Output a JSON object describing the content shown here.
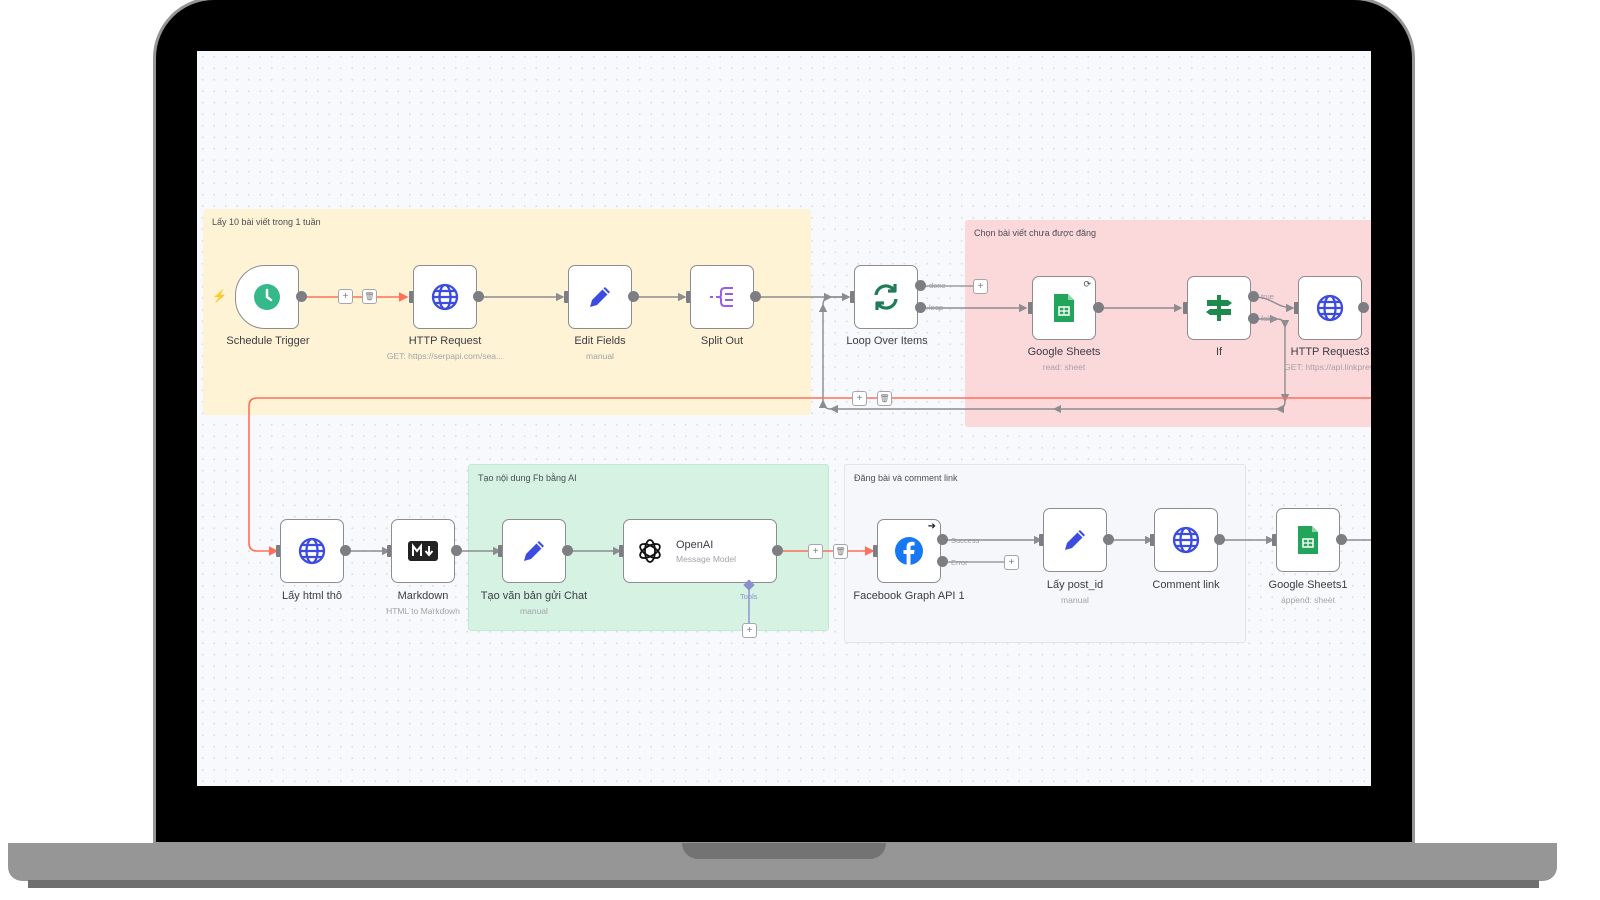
{
  "colors": {
    "sticky_yellow": "#fff3d6",
    "sticky_red": "#fbd8da",
    "sticky_green": "#d5f2e2",
    "sticky_gray": "#f6f7fa",
    "edge_gray": "#8c8c91",
    "edge_active": "#ff6f5c",
    "http_blue": "#3d4ce0",
    "trigger_green": "#35b88a",
    "sheets_green": "#22a55b",
    "split_purple": "#9a5ce8",
    "loop_green": "#1e7d58",
    "fb_blue": "#1877f2",
    "tools_purple": "#8b8fd0"
  },
  "stickies": [
    {
      "id": "s1",
      "title": "Lấy 10 bài viết trong 1 tuần"
    },
    {
      "id": "s2",
      "title": "Chọn bài viết chưa được đăng"
    },
    {
      "id": "s3",
      "title": "Tạo nội dung Fb bằng AI"
    },
    {
      "id": "s4",
      "title": "Đăng bài và comment link"
    }
  ],
  "nodes": {
    "schedule_trigger": {
      "label": "Schedule Trigger",
      "icon": "clock-icon"
    },
    "http_request": {
      "label": "HTTP Request",
      "sub": "GET: https://serpapi.com/sea...",
      "icon": "globe-icon"
    },
    "edit_fields": {
      "label": "Edit Fields",
      "sub": "manual",
      "icon": "pencil-icon"
    },
    "split_out": {
      "label": "Split Out",
      "icon": "split-icon"
    },
    "loop_over_items": {
      "label": "Loop Over Items",
      "icon": "refresh-icon",
      "ports": [
        "done",
        "loop"
      ]
    },
    "google_sheets": {
      "label": "Google Sheets",
      "sub": "read: sheet",
      "icon": "sheets-icon"
    },
    "if": {
      "label": "If",
      "icon": "signpost-icon",
      "ports": [
        "true",
        "false"
      ]
    },
    "http_request3": {
      "label": "HTTP Request3",
      "sub": "GET: https://api.linkprevi",
      "icon": "globe-icon"
    },
    "lay_html_tho": {
      "label": "Lấy html thô",
      "icon": "globe-icon"
    },
    "markdown": {
      "label": "Markdown",
      "sub": "HTML to Markdown",
      "icon": "markdown-icon"
    },
    "tao_van_ban": {
      "label": "Tạo văn bản gửi Chat",
      "sub": "manual",
      "icon": "pencil-icon"
    },
    "openai": {
      "label": "OpenAI",
      "sub": "Message Model",
      "icon": "openai-icon",
      "port": "Tools"
    },
    "facebook": {
      "label": "Facebook Graph API 1",
      "icon": "facebook-icon",
      "ports": [
        "Success",
        "Error"
      ]
    },
    "lay_post_id": {
      "label": "Lấy post_id",
      "sub": "manual",
      "icon": "pencil-icon"
    },
    "comment_link": {
      "label": "Comment link",
      "icon": "globe-icon"
    },
    "google_sheets1": {
      "label": "Google Sheets1",
      "sub": "append: sheet",
      "icon": "sheets-icon"
    }
  },
  "edge_buttons": {
    "add": "+",
    "delete": "🗑"
  }
}
